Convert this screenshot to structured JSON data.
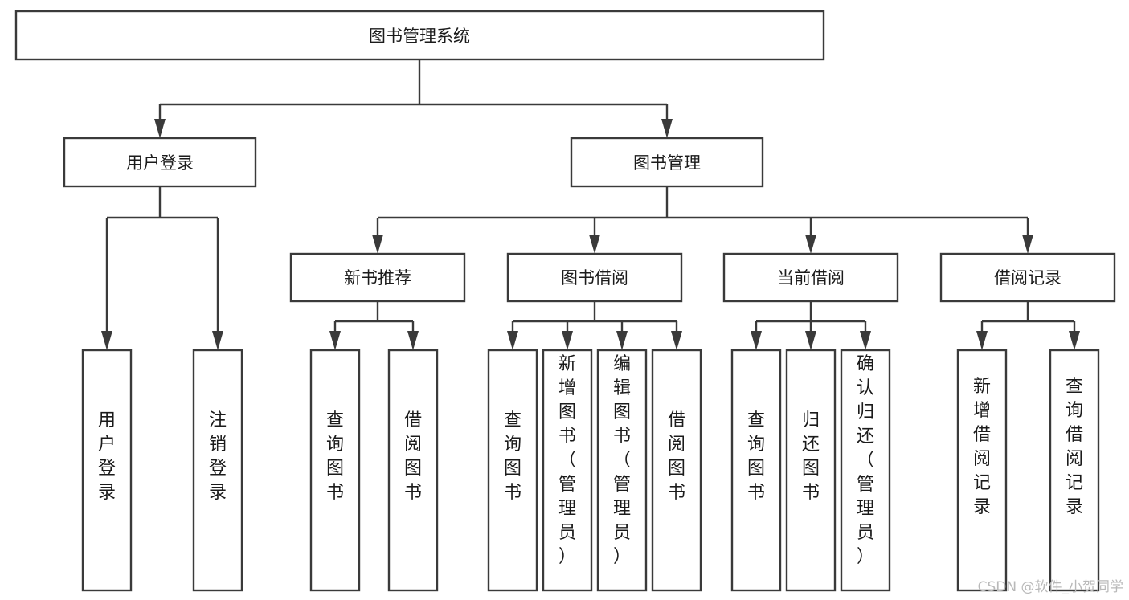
{
  "diagram": {
    "title": "图书管理系统",
    "type": "hierarchy-tree",
    "watermark": "CSDN @软件_小贺同学",
    "colors": {
      "stroke": "#3a3a3a",
      "fill": "#ffffff",
      "text": "#1b1b1b",
      "watermark": "#b9b9b9"
    },
    "levels": {
      "root": {
        "label": "图书管理系统",
        "orientation": "horizontal"
      },
      "level2": [
        {
          "label": "用户登录",
          "orientation": "horizontal"
        },
        {
          "label": "图书管理",
          "orientation": "horizontal"
        }
      ],
      "level3": [
        {
          "label": "新书推荐",
          "orientation": "horizontal"
        },
        {
          "label": "图书借阅",
          "orientation": "horizontal"
        },
        {
          "label": "当前借阅",
          "orientation": "horizontal"
        },
        {
          "label": "借阅记录",
          "orientation": "horizontal"
        }
      ],
      "leaves_user_login": [
        {
          "label": "用户登录",
          "orientation": "vertical"
        },
        {
          "label": "注销登录",
          "orientation": "vertical"
        }
      ],
      "leaves_new_book": [
        {
          "label": "查询图书",
          "orientation": "vertical"
        },
        {
          "label": "借阅图书",
          "orientation": "vertical"
        }
      ],
      "leaves_borrow": [
        {
          "label": "查询图书",
          "orientation": "vertical"
        },
        {
          "label": "新增图书（管理员）",
          "orientation": "vertical"
        },
        {
          "label": "编辑图书（管理员）",
          "orientation": "vertical"
        },
        {
          "label": "借阅图书",
          "orientation": "vertical"
        }
      ],
      "leaves_current": [
        {
          "label": "查询图书",
          "orientation": "vertical"
        },
        {
          "label": "归还图书",
          "orientation": "vertical"
        },
        {
          "label": "确认归还（管理员）",
          "orientation": "vertical"
        }
      ],
      "leaves_records": [
        {
          "label": "新增借阅记录",
          "orientation": "vertical"
        },
        {
          "label": "查询借阅记录",
          "orientation": "vertical"
        }
      ]
    }
  }
}
